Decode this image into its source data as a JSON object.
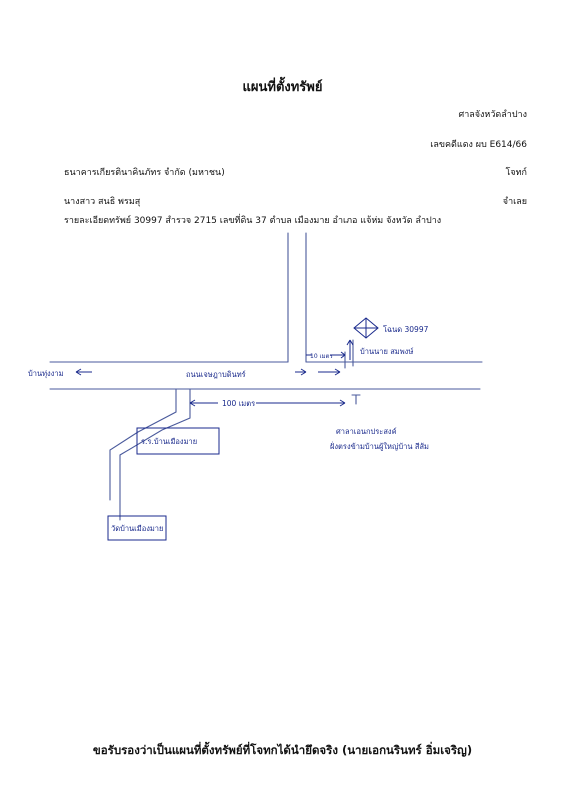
{
  "header": {
    "title": "แผนที่ตั้งทรัพย์",
    "court": "ศาลจังหวัดลำปาง",
    "case_number": "เลขคดีแดง ผบ E614/66"
  },
  "parties": {
    "plaintiff": "ธนาคารเกียรตินาคินภัทร จำกัด (มหาชน)",
    "plaintiff_role": "โจทก์",
    "defendant": "นางสาว สนธิ พรมสุ",
    "defendant_role": "จำเลย"
  },
  "property_detail": "รายละเอียดทรัพย์ 30997 สำรวจ 2715 เลขที่ดิน 37 ตำบล เมืองมาย อำเภอ แจ้ห่ม จังหวัด ลำปาง",
  "map": {
    "label_left_road": "บ้านทุ่งงาม",
    "label_main_road": "ถนนเจษฎาบดินทร์",
    "label_plot": "โฉนด 30997",
    "label_owner_house": "บ้านนาย สมพงษ์",
    "label_dist_small": "10 เมตร",
    "label_dist_main": "100 เมตร",
    "label_landmark_1": "ศาลาเอนกประสงค์",
    "label_landmark_2": "ฝั่งตรงข้ามบ้านผู้ใหญ่บ้าน สีส้ม",
    "label_school": "ร.ร.บ้านเมืองมาย",
    "label_temple": "วัดบ้านเมืองมาย"
  },
  "certification": "ขอรับรองว่าเป็นแผนที่ตั้งทรัพย์ที่โจทกได้นำยึดจริง   (นายเอกนรินทร์ อิ่มเจริญ)",
  "colors": {
    "ink": "#1a2a8c",
    "text": "#111111"
  }
}
